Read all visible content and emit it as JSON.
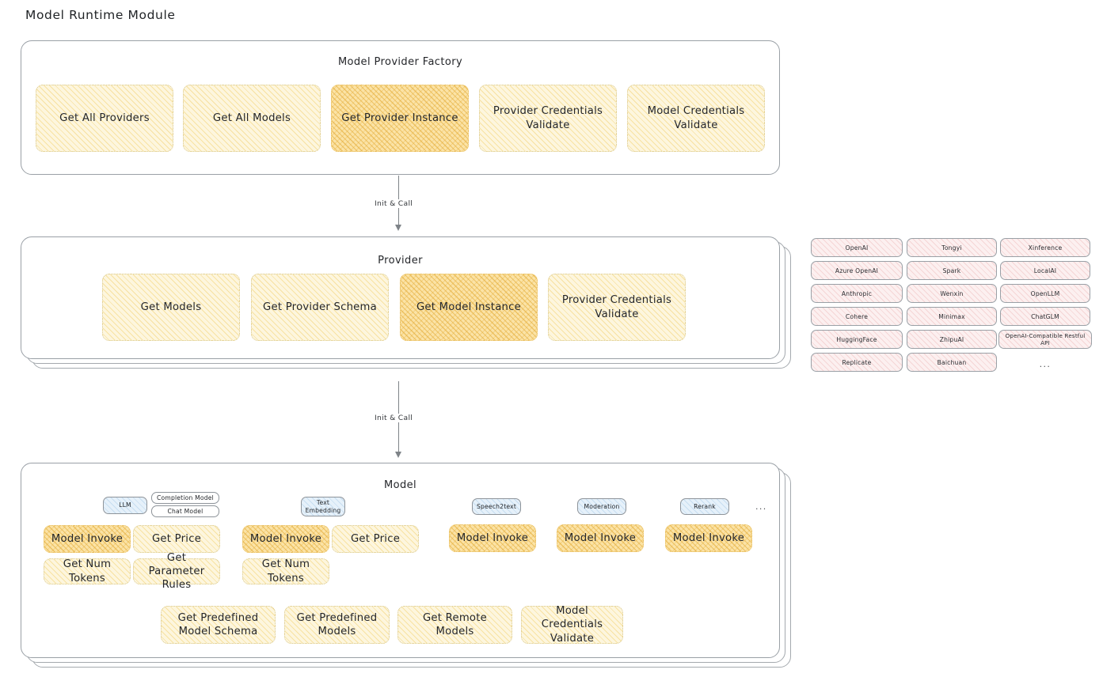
{
  "page": {
    "title": "Model Runtime Module"
  },
  "factory": {
    "title": "Model Provider Factory",
    "nodes": [
      {
        "label": "Get All Providers",
        "highlight": false
      },
      {
        "label": "Get All Models",
        "highlight": false
      },
      {
        "label": "Get Provider Instance",
        "highlight": true
      },
      {
        "label": "Provider Credentials Validate",
        "highlight": false
      },
      {
        "label": "Model Credentials Validate",
        "highlight": false
      }
    ]
  },
  "arrow_factory_to_provider": {
    "label": "Init & Call"
  },
  "provider": {
    "title": "Provider",
    "nodes": [
      {
        "label": "Get Models",
        "highlight": false
      },
      {
        "label": "Get Provider Schema",
        "highlight": false
      },
      {
        "label": "Get Model Instance",
        "highlight": true
      },
      {
        "label": "Provider Credentials Validate",
        "highlight": false
      }
    ]
  },
  "provider_list": {
    "columns": [
      {
        "items": [
          "OpenAI",
          "Azure OpenAI",
          "Anthropic",
          "Cohere",
          "HuggingFace",
          "Replicate"
        ]
      },
      {
        "items": [
          "Tongyi",
          "Spark",
          "Wenxin",
          "Minimax",
          "ZhipuAI",
          "Baichuan"
        ]
      },
      {
        "items": [
          "Xinference",
          "LocalAI",
          "OpenLLM",
          "ChatGLM",
          "OpenAI-Compatible Restful API",
          "..."
        ]
      }
    ]
  },
  "arrow_provider_to_model": {
    "label": "Init & Call"
  },
  "model": {
    "title": "Model",
    "ellipsis": "...",
    "groups": [
      {
        "badge": "LLM",
        "sub_badges": [
          "Completion Model",
          "Chat Model"
        ],
        "nodes": [
          {
            "label": "Model Invoke",
            "highlight": true
          },
          {
            "label": "Get Price",
            "highlight": false
          },
          {
            "label": "Get Num Tokens",
            "highlight": false
          },
          {
            "label": "Get Parameter Rules",
            "highlight": false
          }
        ]
      },
      {
        "badge": "Text Embedding",
        "sub_badges": [],
        "nodes": [
          {
            "label": "Model Invoke",
            "highlight": true
          },
          {
            "label": "Get Price",
            "highlight": false
          },
          {
            "label": "Get Num Tokens",
            "highlight": false
          }
        ]
      },
      {
        "badge": "Speech2text",
        "sub_badges": [],
        "nodes": [
          {
            "label": "Model Invoke",
            "highlight": true
          }
        ]
      },
      {
        "badge": "Moderation",
        "sub_badges": [],
        "nodes": [
          {
            "label": "Model Invoke",
            "highlight": true
          }
        ]
      },
      {
        "badge": "Rerank",
        "sub_badges": [],
        "nodes": [
          {
            "label": "Model Invoke",
            "highlight": true
          }
        ]
      }
    ],
    "common_nodes": [
      {
        "label": "Get Predefined Model Schema",
        "highlight": false
      },
      {
        "label": "Get Predefined Models",
        "highlight": false
      },
      {
        "label": "Get Remote Models",
        "highlight": false
      },
      {
        "label": "Model Credentials Validate",
        "highlight": false
      }
    ]
  },
  "colors": {
    "node_fill": "#fdf6de",
    "node_fill_highlight": "#fbe3a6",
    "badge_fill": "#e6f1fa",
    "pill_fill": "#fcf0f0",
    "stroke": "#9aa0a6",
    "text": "#24262a"
  }
}
